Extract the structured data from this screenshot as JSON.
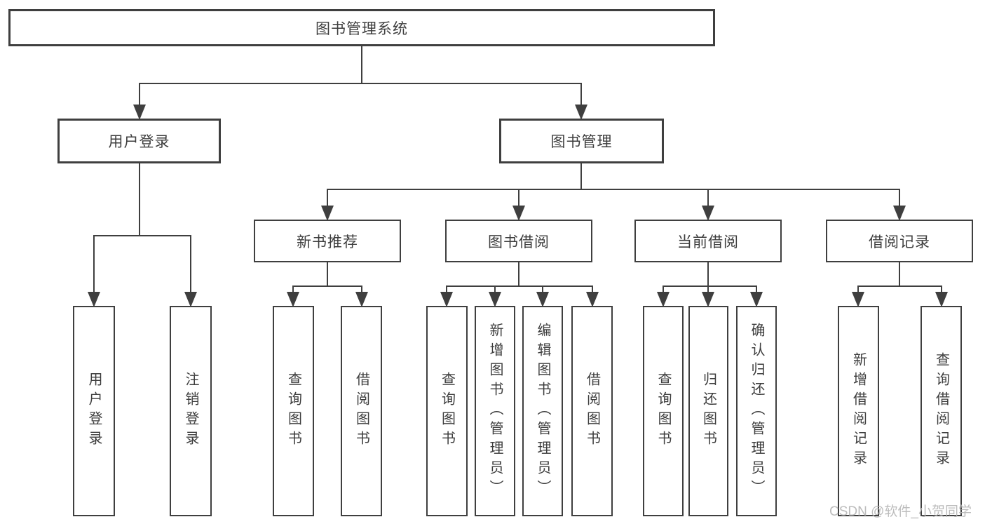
{
  "tree": {
    "label": "图书管理系统",
    "children": [
      {
        "label": "用户登录",
        "children": [
          {
            "label": "用户登录"
          },
          {
            "label": "注销登录"
          }
        ]
      },
      {
        "label": "图书管理",
        "children": [
          {
            "label": "新书推荐",
            "children": [
              {
                "label": "查询图书"
              },
              {
                "label": "借阅图书"
              }
            ]
          },
          {
            "label": "图书借阅",
            "children": [
              {
                "label": "查询图书"
              },
              {
                "label": "新增图书（管理员）"
              },
              {
                "label": "编辑图书（管理员）"
              },
              {
                "label": "借阅图书"
              }
            ]
          },
          {
            "label": "当前借阅",
            "children": [
              {
                "label": "查询图书"
              },
              {
                "label": "归还图书"
              },
              {
                "label": "确认归还（管理员）"
              }
            ]
          },
          {
            "label": "借阅记录",
            "children": [
              {
                "label": "新增借阅记录"
              },
              {
                "label": "查询借阅记录"
              }
            ]
          }
        ]
      }
    ]
  },
  "watermark": "CSDN @软件_小贺同学",
  "colors": {
    "line": "#3f3f3f",
    "box_border": "#3f3f3f",
    "text": "#3d3d3d",
    "background": "#ffffff",
    "watermark": "#b5b5b5"
  }
}
